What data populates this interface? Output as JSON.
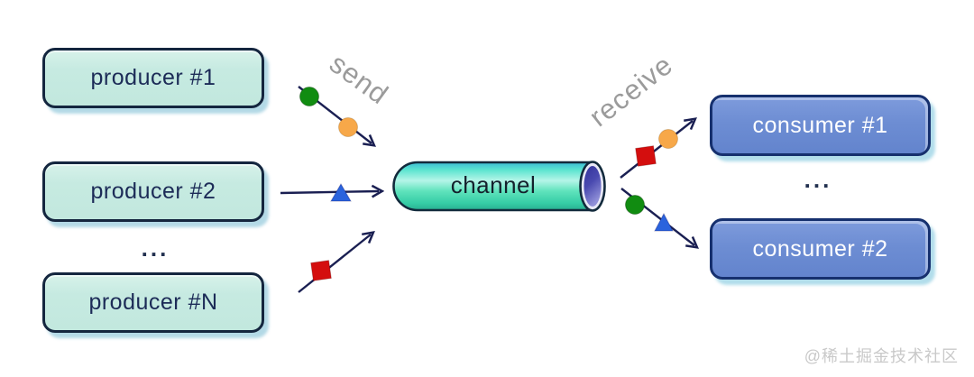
{
  "diagram": {
    "send_label": "send",
    "receive_label": "receive",
    "channel": {
      "label": "channel"
    },
    "producers": {
      "items": [
        {
          "label": "producer #1"
        },
        {
          "label": "producer #2"
        },
        {
          "label": "producer #N"
        }
      ],
      "ellipsis": "..."
    },
    "consumers": {
      "items": [
        {
          "label": "consumer #1"
        },
        {
          "label": "consumer #2"
        }
      ],
      "ellipsis": "..."
    },
    "tokens": [
      "green-circle",
      "orange-circle",
      "blue-triangle",
      "red-square"
    ]
  },
  "watermark": {
    "text": "@稀土掘金技术社区"
  },
  "colors": {
    "producer_fill": "#c6eae1",
    "producer_border": "#14263f",
    "producer_text": "#1c2b57",
    "consumer_fill": "#6d8dd3",
    "consumer_border": "#16306e",
    "consumer_text": "#ffffff",
    "channel_top": "#3bbcd4",
    "channel_mid": "#b5f5e8",
    "channel_bottom": "#28af90",
    "channel_cap_dark": "#32329a",
    "channel_cap_light": "#9090d8",
    "arrow": "#1a1f52",
    "flow_label": "#9b9b9b",
    "token_green": "#118c11",
    "token_orange": "#f7a849",
    "token_blue": "#2a63dd",
    "token_red": "#d40e0e",
    "watermark": "#c9c9c9"
  }
}
